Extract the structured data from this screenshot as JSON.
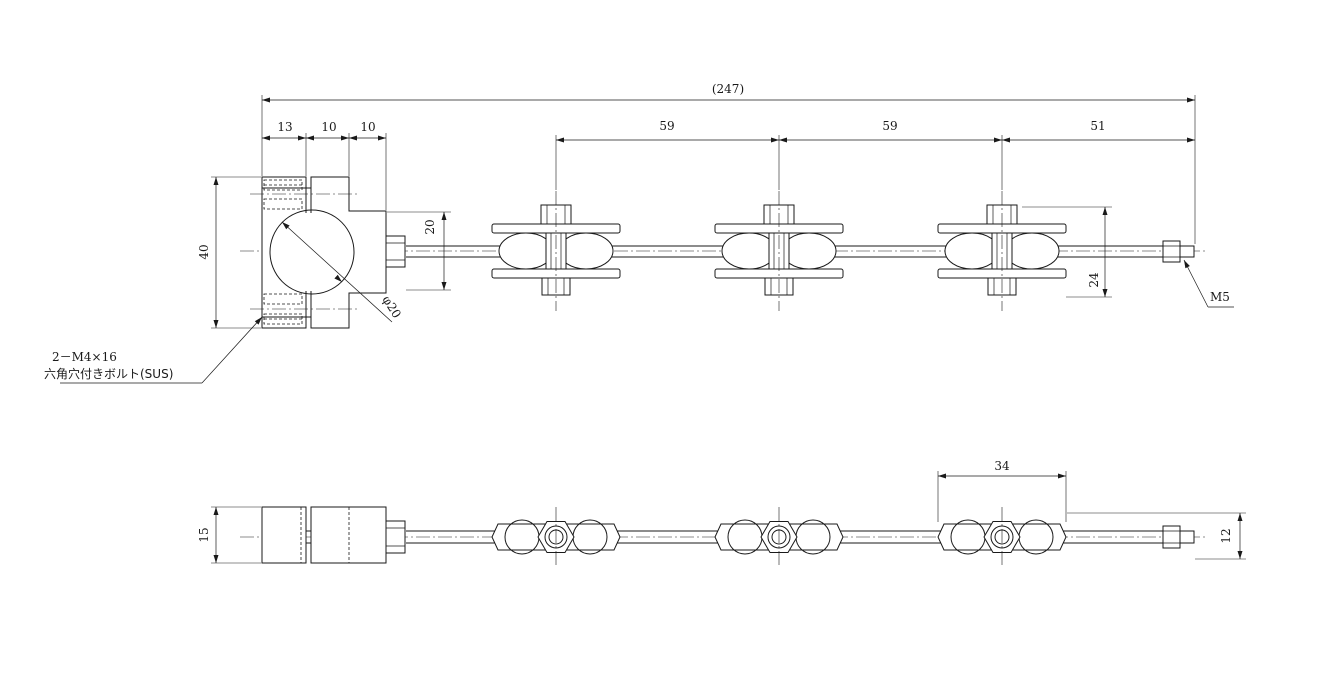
{
  "dimensions": {
    "overall": "(247)",
    "clamp_a": "13",
    "clamp_b": "10",
    "clamp_c": "10",
    "pitch_1": "59",
    "pitch_2": "59",
    "end_span": "51",
    "clamp_height": "40",
    "boss_height": "20",
    "bore_dia": "φ20",
    "roller_height": "24",
    "thread": "M5",
    "plate_length": "34",
    "clamp_thickness": "15",
    "plate_thickness": "12"
  },
  "callout": {
    "line1": "2－M4×16",
    "line2": "六角穴付きボルト(SUS)"
  }
}
